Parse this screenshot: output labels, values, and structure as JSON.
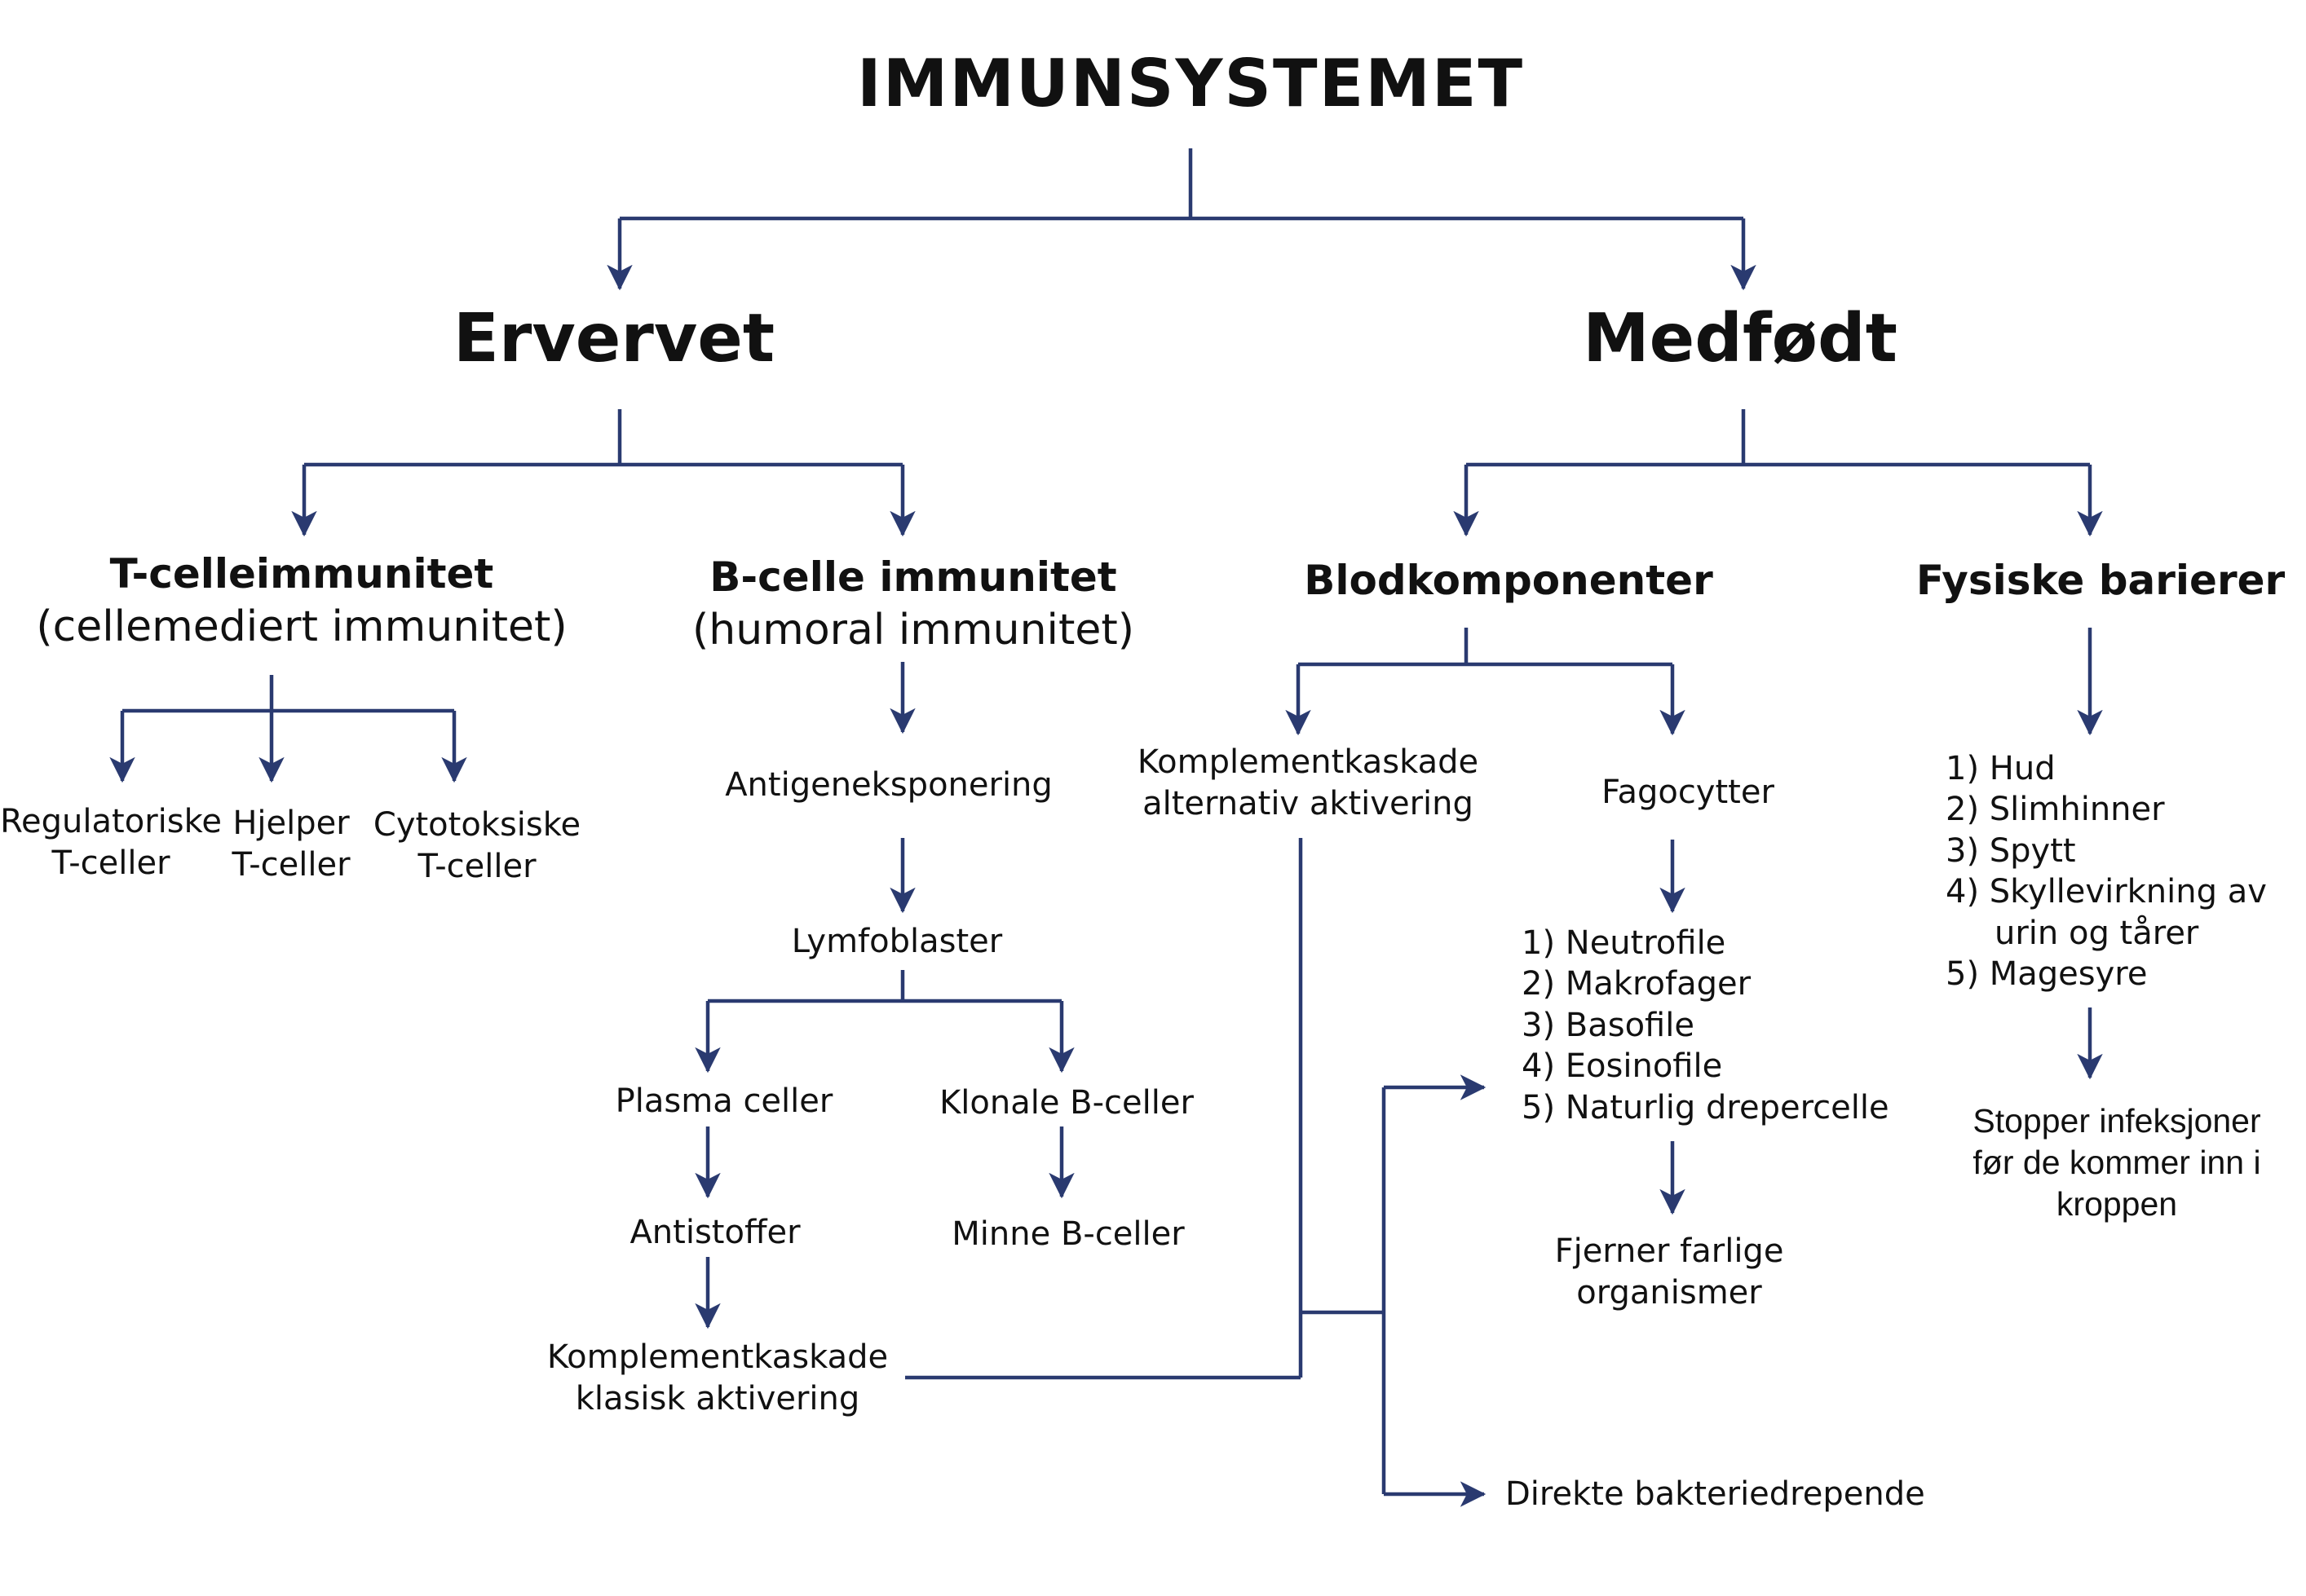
{
  "title": "IMMUNSYSTEMET",
  "branches": {
    "acquired": "Ervervet",
    "innate": "Medfødt"
  },
  "acquired": {
    "tcell": {
      "title": "T-celleimmunitet",
      "subtitle": "(cellemediert immunitet)",
      "types": [
        [
          "Regulatoriske",
          "T-celler"
        ],
        [
          "Hjelper",
          "T-celler"
        ],
        [
          "Cytotoksiske",
          "T-celler"
        ]
      ]
    },
    "bcell": {
      "title": "B-celle immunitet",
      "subtitle": "(humoral immunitet)",
      "antigen": "Antigeneksponering",
      "lymphoblasts": "Lymfoblaster",
      "plasma": "Plasma celler",
      "clonal": "Klonale B-celler",
      "antibodies": "Antistoffer",
      "memory": "Minne B-celler",
      "classical": [
        "Komplementkaskade",
        "klasisk aktivering"
      ]
    }
  },
  "innate": {
    "blood": {
      "title": "Blodkomponenter",
      "alternative": [
        "Komplementkaskade",
        "alternativ aktivering"
      ],
      "phagocytes": "Fagocytter",
      "phagocyte_list": [
        "1) Neutrofile",
        "2) Makrofager",
        "3) Basofile",
        "4) Eosinofile",
        "5) Naturlig drepercelle"
      ],
      "removes": [
        "Fjerner farlige",
        "organismer"
      ],
      "direct": "Direkte bakteriedrepende"
    },
    "barriers": {
      "title": "Fysiske barierer",
      "list": [
        "1) Hud",
        "2) Slimhinner",
        "3) Spytt",
        "4) Skyllevirkning av",
        "urin og tårer",
        "5) Magesyre"
      ],
      "result": [
        "Stopper infeksjoner",
        "før de kommer inn i",
        "kroppen"
      ]
    }
  },
  "colors": {
    "line": "#2a3a70",
    "text": "#111111"
  }
}
